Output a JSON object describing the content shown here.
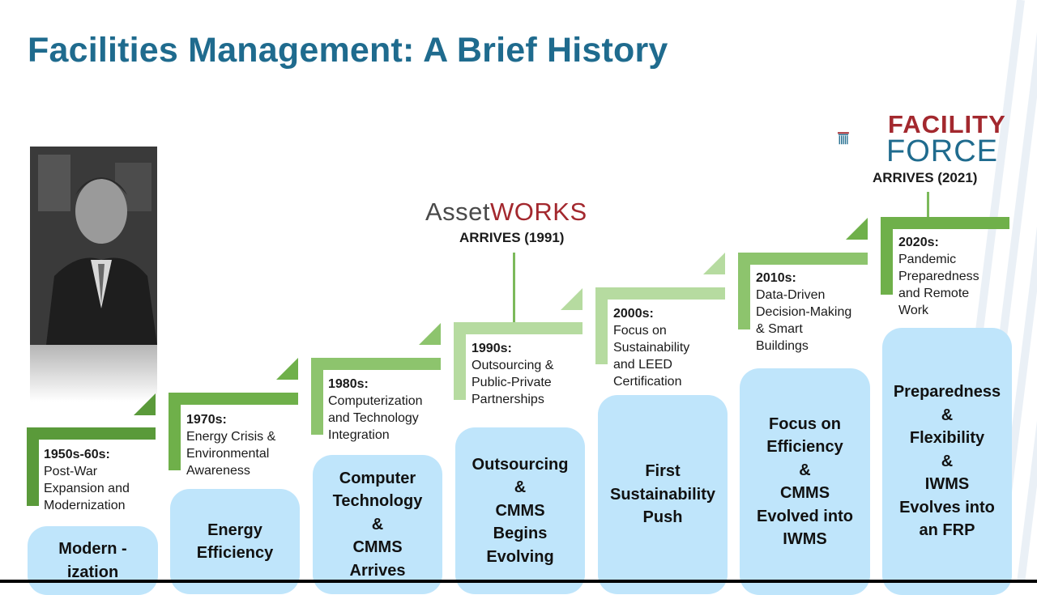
{
  "title": "Facilities Management: A Brief History",
  "colors": {
    "title": "#1f6b8e",
    "box_fill": "#bfe5fb",
    "green_shades": [
      "#5a9a3a",
      "#6fb04a",
      "#8dc46d",
      "#b6dba0",
      "#cde8bd"
    ],
    "brand_red": "#a3282e"
  },
  "logos": {
    "assetworks": {
      "part1": "Asset",
      "part2": "W",
      "gear": "O",
      "part3": "RKS",
      "arrives": "ARRIVES (1991)"
    },
    "facility_force": {
      "line1": "FACILITY",
      "line2": "FORCE",
      "arrives": "ARRIVES (2021)"
    }
  },
  "timeline": [
    {
      "year": "1950s-60s:",
      "desc": "Post-War\nExpansion and\nModernization",
      "box": "Modern -\nization"
    },
    {
      "year": "1970s:",
      "desc": "Energy Crisis &\nEnvironmental\nAwareness",
      "box": "Energy\nEfficiency"
    },
    {
      "year": "1980s:",
      "desc": "Computerization\nand Technology\nIntegration",
      "box": "Computer\nTechnology\n&\nCMMS\nArrives"
    },
    {
      "year": "1990s:",
      "desc": "Outsourcing &\nPublic-Private\nPartnerships",
      "box": "Outsourcing\n&\nCMMS\nBegins\nEvolving"
    },
    {
      "year": "2000s:",
      "desc": "Focus on\nSustainability\nand LEED\nCertification",
      "box": "First\nSustainability\nPush"
    },
    {
      "year": "2010s:",
      "desc": "Data-Driven\nDecision-Making\n&  Smart\nBuildings",
      "box": "Focus on\nEfficiency\n&\nCMMS\nEvolved into\nIWMS"
    },
    {
      "year": "2020s:",
      "desc": "Pandemic\nPreparedness\nand Remote\nWork",
      "box": "Preparedness\n&\nFlexibility\n&\nIWMS\nEvolves into\nan FRP"
    }
  ]
}
